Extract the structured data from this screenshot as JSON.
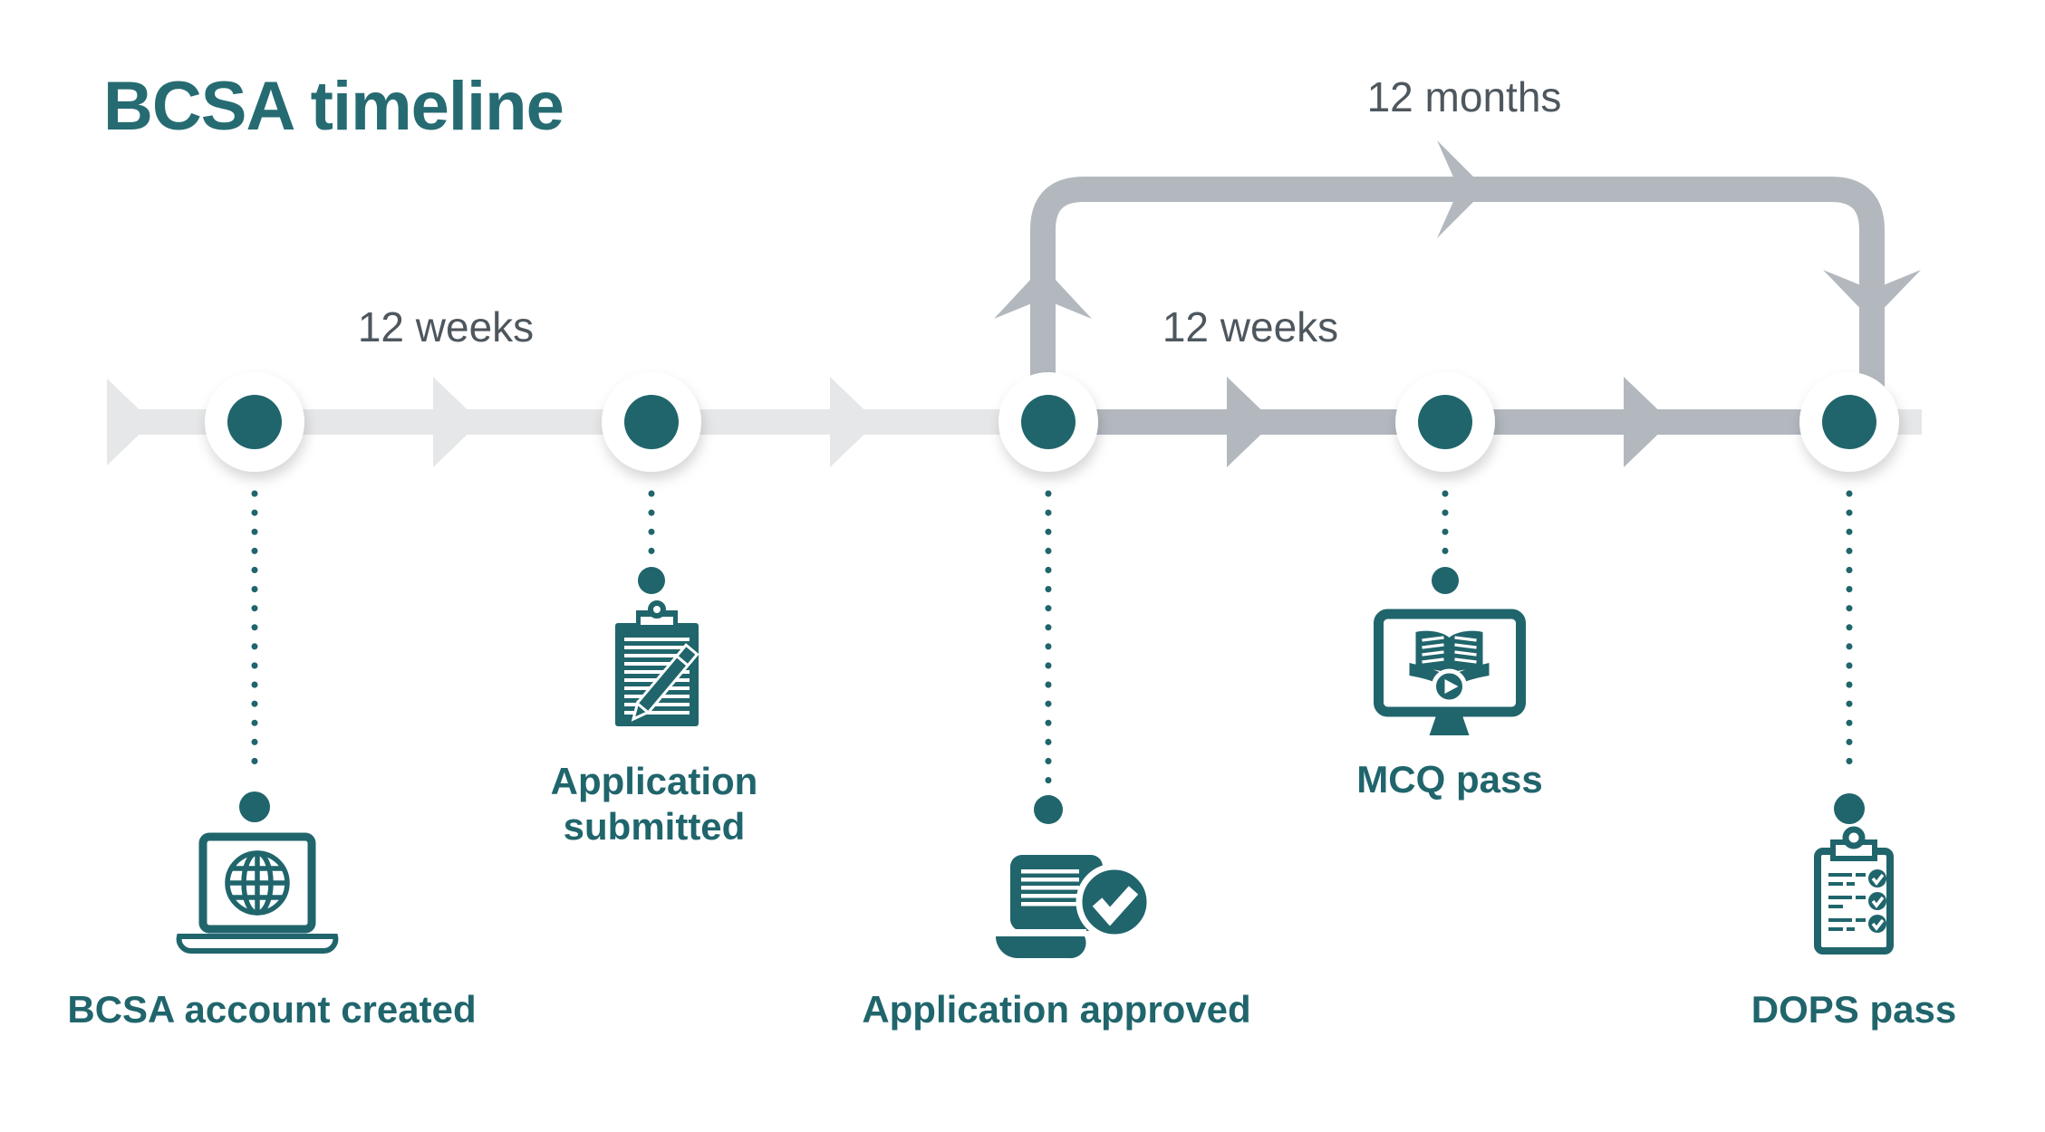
{
  "title": "BCSA timeline",
  "durations": {
    "segment1": "12 weeks",
    "segment2": "12 weeks",
    "loop": "12 months"
  },
  "milestones": [
    {
      "label": "BCSA account created",
      "icon": "laptop-globe-icon"
    },
    {
      "label": "Application submitted",
      "icon": "clipboard-pencil-icon"
    },
    {
      "label": "Application approved",
      "icon": "document-approved-icon"
    },
    {
      "label": "MCQ pass",
      "icon": "monitor-ebook-icon"
    },
    {
      "label": "DOPS pass",
      "icon": "clipboard-checklist-icon"
    }
  ],
  "colors": {
    "teal": "#20656C",
    "title_teal": "#266B72",
    "gray_dark_track": "#B2B8BE",
    "gray_light_track": "#E6E7E8",
    "duration_text": "#4E575E",
    "background": "#FFFFFF"
  }
}
